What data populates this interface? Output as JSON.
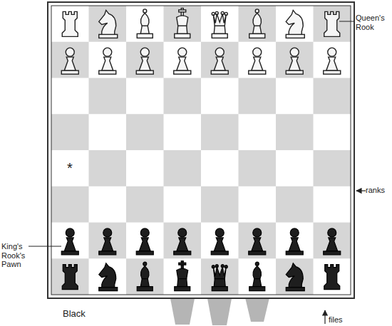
{
  "diagram": {
    "labels": [
      "Queen's Rook",
      "*",
      "ranks",
      "King's Rook's Pawn",
      "Black",
      "files"
    ]
  }
}
